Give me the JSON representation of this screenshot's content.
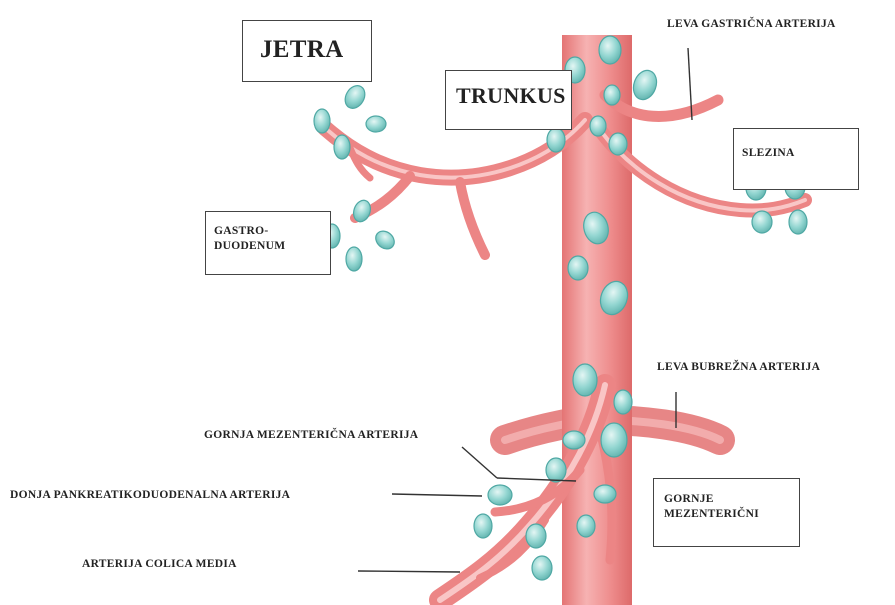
{
  "labels": {
    "jetra": "JETRA",
    "trunkus": "TRUNKUS",
    "leva_gastricna": "LEVA GASTRIČNA ARTERIJA",
    "slezina": "SLEZINA",
    "gastro_line1": "GASTRO-",
    "gastro_line2": "DUODENUM",
    "leva_bubrezna": "LEVA BUBREŽNA ARTERIJA",
    "gornja_mezenterična": "GORNJA MEZENTERIČNA ARTERIJA",
    "donja_pankreatiko": "DONJA PANKREATIKODUODENALNA ARTERIJA",
    "gornje_line1": "GORNJE",
    "gornje_line2": "MEZENTERIČNI",
    "colica_media": "ARTERIJA COLICA MEDIA"
  },
  "colors": {
    "vessel": "#ee8a8a",
    "vessel_edge": "#d96a6a",
    "vessel_highlight": "#f9c2c2",
    "node_fill": "#8fd3cf",
    "node_edge": "#4fa8a4",
    "node_highlight": "#d9f2f0"
  }
}
